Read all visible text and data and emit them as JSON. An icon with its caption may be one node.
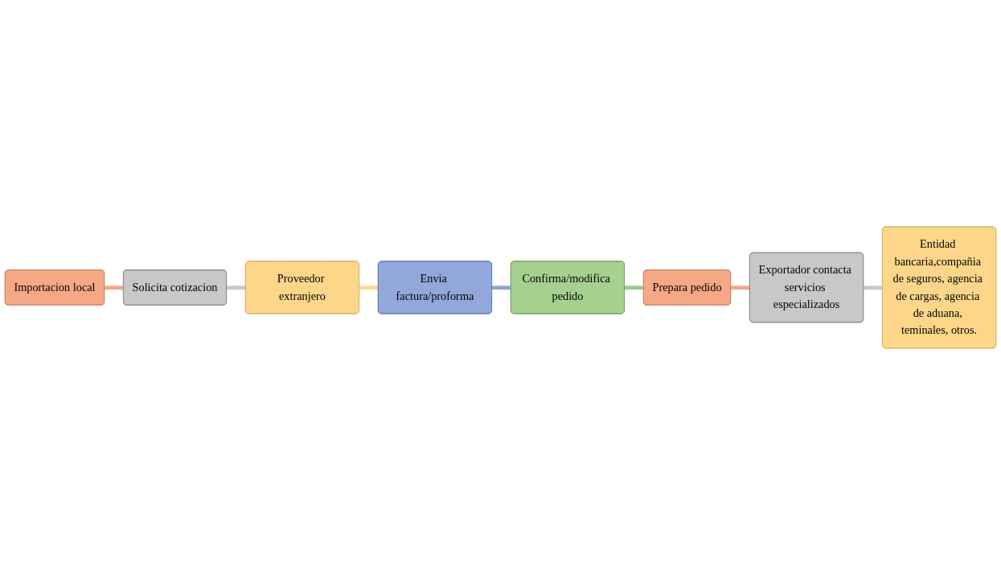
{
  "diagram": {
    "nodes": [
      {
        "text": [
          "Importacion local"
        ]
      },
      {
        "text": [
          "Solicita cotizacion"
        ]
      },
      {
        "text": [
          "Proveedor extranjero"
        ]
      },
      {
        "text": [
          "Envia factura/proforma"
        ]
      },
      {
        "text": [
          "Confirma/modifica pedido"
        ]
      },
      {
        "text": [
          "Prepara pedido"
        ]
      },
      {
        "text": [
          "Exportador contacta servicios especializados"
        ]
      },
      {
        "text": [
          "Entidad bancaria,compañia de seguros, agencia de cargas, agencia de aduana, teminales, otros."
        ]
      }
    ],
    "edges": [
      {
        "from": 0,
        "to": 1,
        "arrow": "none",
        "color": "#f4a582"
      },
      {
        "from": 1,
        "to": 2,
        "arrow": "none",
        "color": "#c8c8c8"
      },
      {
        "from": 2,
        "to": 3,
        "arrow": "none",
        "color": "#fdd790"
      },
      {
        "from": 3,
        "to": 4,
        "arrow": "none",
        "color": "#8ea3d6"
      },
      {
        "from": 4,
        "to": 5,
        "arrow": "none",
        "color": "#9cc98a"
      },
      {
        "from": 5,
        "to": 6,
        "arrow": "none",
        "color": "#f4a582"
      },
      {
        "from": 6,
        "to": 7,
        "arrow": "none",
        "color": "#c8c8c8"
      }
    ]
  }
}
